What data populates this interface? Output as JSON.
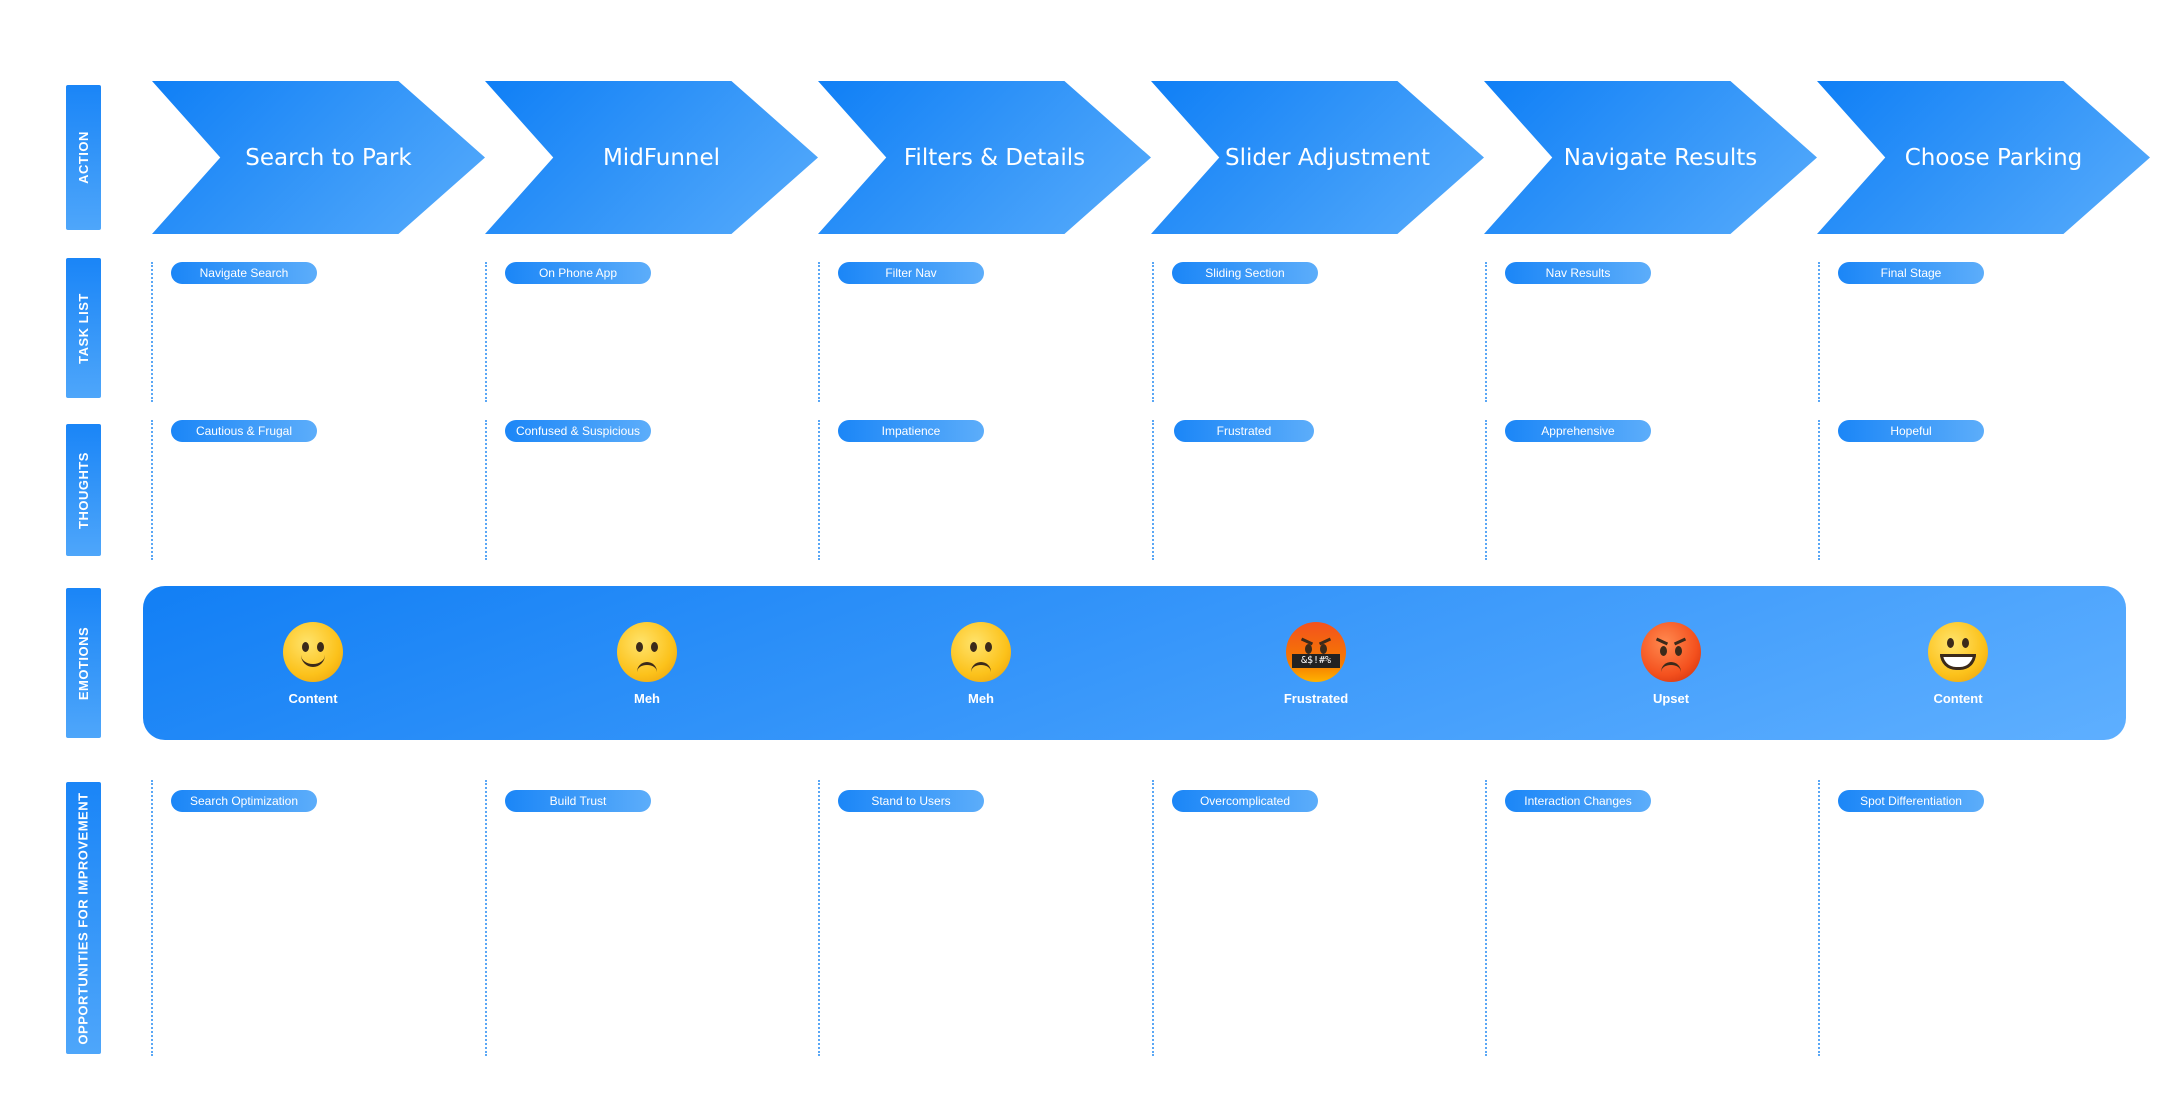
{
  "row_labels": {
    "action": "ACTION",
    "task_list": "TASK LIST",
    "thoughts": "THOUGHTS",
    "emotions": "EMOTIONS",
    "opportunities": "OPPORTUNITIES FOR IMPROVEMENT"
  },
  "stages": [
    {
      "title": "Search to Park",
      "task": "Navigate Search",
      "thought": "Cautious & Frugal",
      "emotion": "Content",
      "emotion_icon": "slightly-smiling-face-icon",
      "opportunity": "Search Optimization"
    },
    {
      "title": "MidFunnel",
      "task": "On Phone App",
      "thought": "Confused & Suspicious",
      "emotion": "Meh",
      "emotion_icon": "confused-face-icon",
      "opportunity": "Build Trust"
    },
    {
      "title": "Filters & Details",
      "task": "Filter Nav",
      "thought": "Impatience",
      "emotion": "Meh",
      "emotion_icon": "confused-face-icon",
      "opportunity": "Stand to Users"
    },
    {
      "title": "Slider Adjustment",
      "task": "Sliding Section",
      "thought": "Frustrated",
      "emotion": "Frustrated",
      "emotion_icon": "cursing-face-icon",
      "opportunity": "Overcomplicated"
    },
    {
      "title": "Navigate Results",
      "task": "Nav Results",
      "thought": "Apprehensive",
      "emotion": "Upset",
      "emotion_icon": "angry-face-icon",
      "opportunity": "Interaction Changes"
    },
    {
      "title": "Choose Parking",
      "task": "Final Stage",
      "thought": "Hopeful",
      "emotion": "Content",
      "emotion_icon": "grinning-face-icon",
      "opportunity": "Spot Differentiation"
    }
  ],
  "censor_text": "&$!#%",
  "colors": {
    "accent": "#1a85f7",
    "accent_light": "#5cadfa",
    "divider": "#5aa7f5"
  }
}
